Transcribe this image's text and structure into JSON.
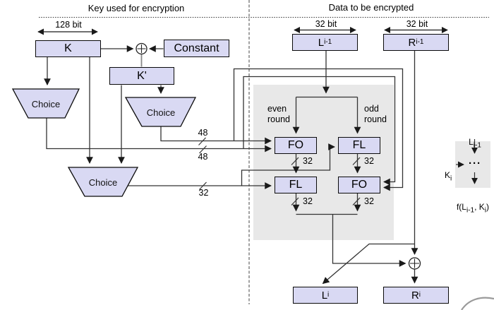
{
  "headers": {
    "key_section": "Key used for encryption",
    "data_section": "Data to be encrypted"
  },
  "key_panel": {
    "width_label": "128 bit",
    "k_box": "K",
    "constant_box": "Constant",
    "k_prime_box": "K'",
    "choice_1": "Choice",
    "choice_2": "Choice",
    "choice_3": "Choice",
    "bus_48_upper": "48",
    "bus_48_lower": "48",
    "bus_32_key": "32"
  },
  "data_panel": {
    "width_label_left": "32 bit",
    "width_label_right": "32 bit",
    "l_in_base": "L",
    "l_in_sub": "i-1",
    "r_in_base": "R",
    "r_in_sub": "i-1",
    "even_round_label": "even round",
    "odd_round_label": "odd round",
    "fo_even_box": "FO",
    "fl_odd_box": "FL",
    "fl_even_box": "FL",
    "fo_odd_box": "FO",
    "bus_32_fo_even": "32",
    "bus_32_fl_odd": "32",
    "bus_32_fl_even": "32",
    "bus_32_fo_odd": "32",
    "l_out_base": "L",
    "l_out_sub": "i",
    "r_out_base": "R",
    "r_out_sub": "i"
  },
  "f_detail": {
    "l_base": "L",
    "l_sub": "i-1",
    "k_base": "K",
    "k_sub": "i",
    "dots": "···",
    "f1": "f(L",
    "f_sub1": "i-1",
    "f2": ", K",
    "f_sub2": "i",
    "f3": ")"
  },
  "colors": {
    "box_fill": "#d9d9f3",
    "box_border": "#0a0a0a",
    "panel_gray": "#e8e8e8",
    "line": "#333333",
    "xor_to_kprime_line": "#888888"
  }
}
